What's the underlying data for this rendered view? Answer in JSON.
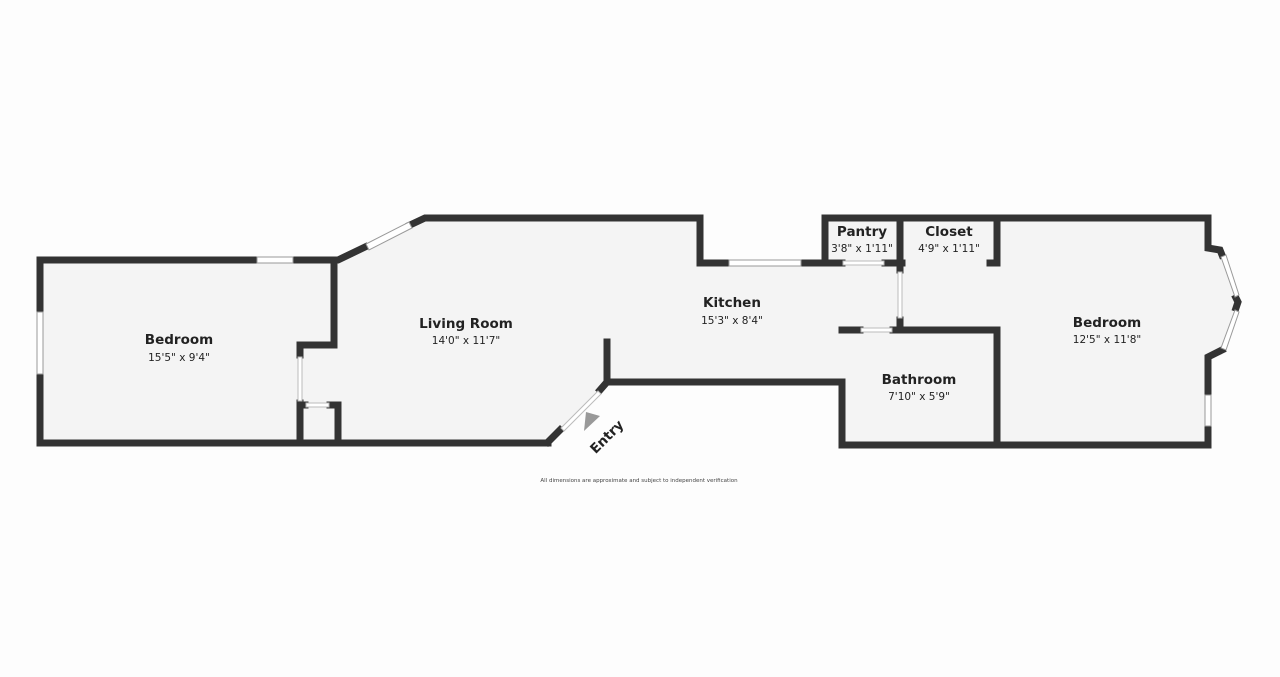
{
  "rooms": {
    "bedroom_left": {
      "name": "Bedroom",
      "dim": "15'5\" x 9'4\""
    },
    "living_room": {
      "name": "Living Room",
      "dim": "14'0\" x 11'7\""
    },
    "kitchen": {
      "name": "Kitchen",
      "dim": "15'3\" x 8'4\""
    },
    "pantry": {
      "name": "Pantry",
      "dim": "3'8\" x 1'11\""
    },
    "closet": {
      "name": "Closet",
      "dim": "4'9\" x 1'11\""
    },
    "bathroom": {
      "name": "Bathroom",
      "dim": "7'10\" x 5'9\""
    },
    "bedroom_right": {
      "name": "Bedroom",
      "dim": "12'5\" x 11'8\""
    }
  },
  "entry": {
    "label": "Entry"
  },
  "disclaimer": "All dimensions are approximate and subject to independent verification",
  "colors": {
    "wall": "#333333",
    "floor": "#f4f4f4",
    "background": "#fdfdfd"
  }
}
